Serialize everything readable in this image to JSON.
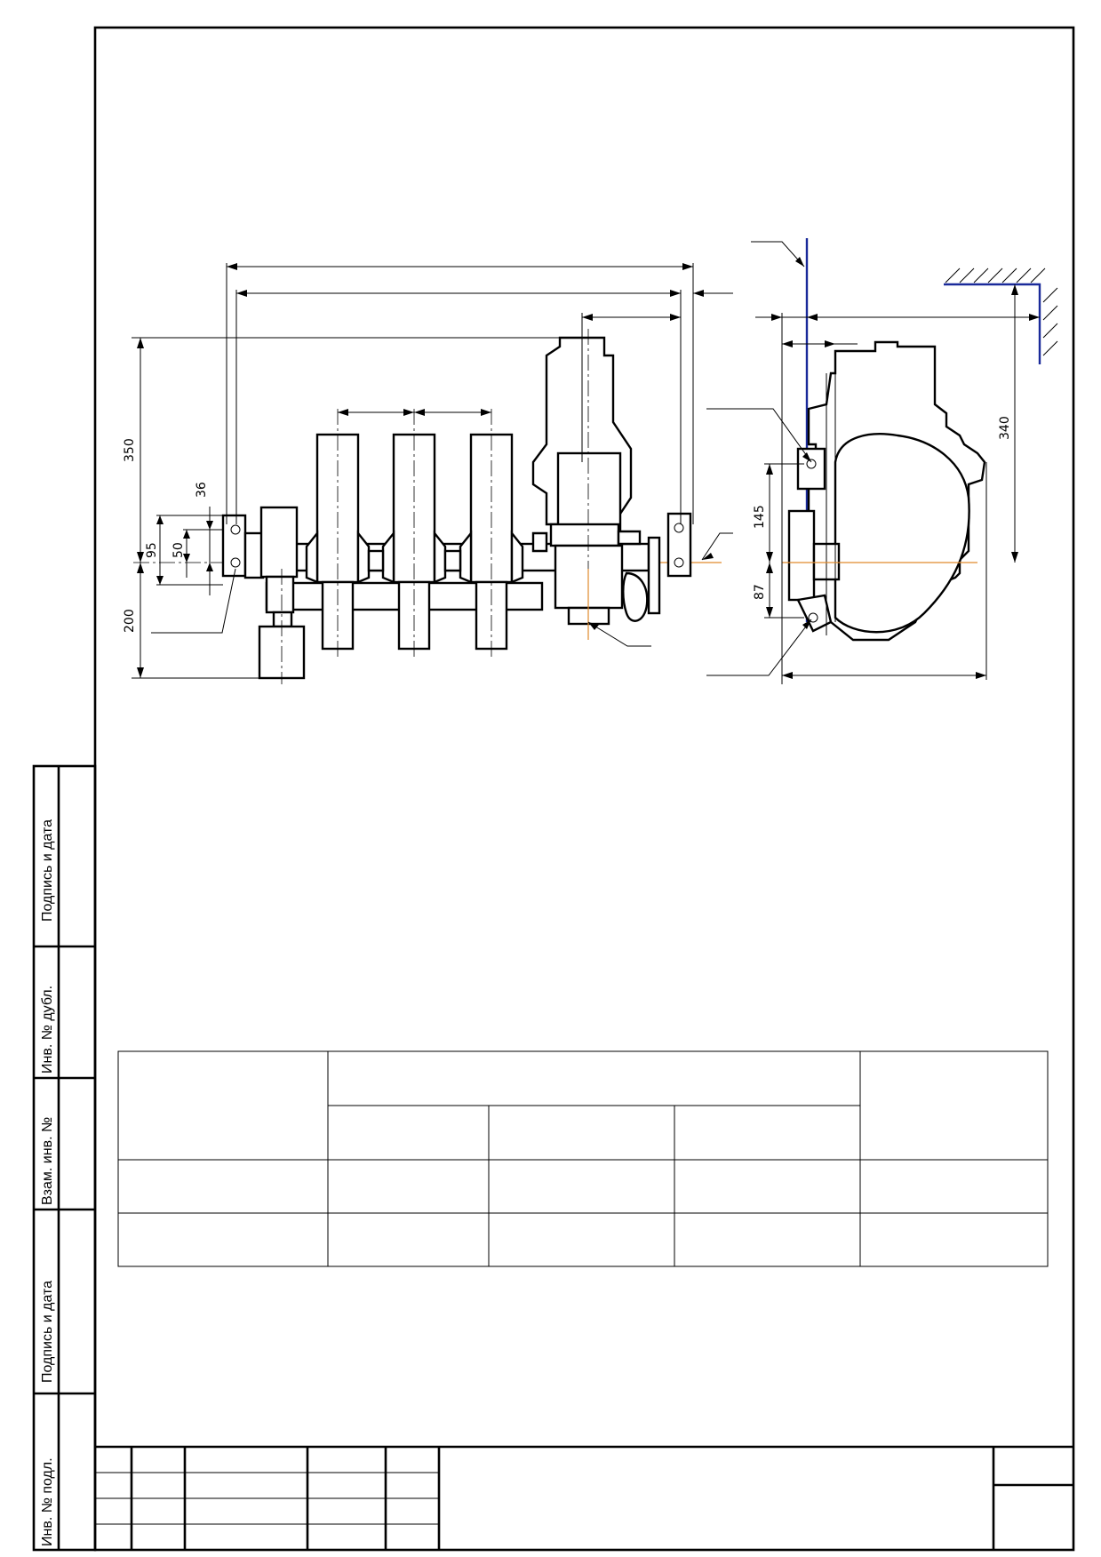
{
  "dimensions": {
    "d350": "350",
    "d200": "200",
    "d36": "36",
    "d95": "95",
    "d50": "50",
    "d340": "340",
    "d145": "145",
    "d87": "87"
  },
  "side_stamp": {
    "inv_podl": "Инв. № подл.",
    "podpis_1": "Подпись и дата",
    "vzam": "Взам. инв. №",
    "inv_dubl": "Инв. № дубл.",
    "podpis_2": "Подпись и дата"
  },
  "colors": {
    "axis_orange": "#e08a2c",
    "wall_blue": "#1a2a9a"
  }
}
